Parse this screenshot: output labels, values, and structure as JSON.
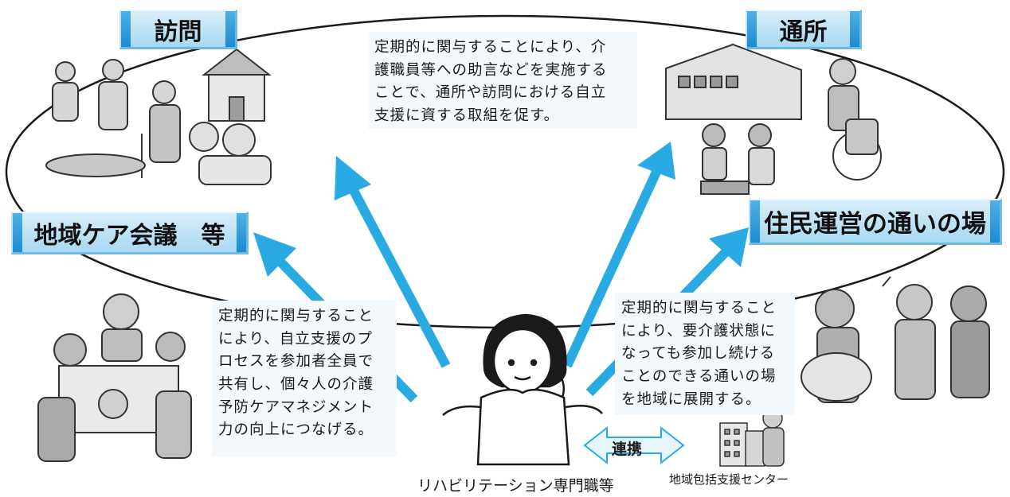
{
  "tags": {
    "houmon": "訪問",
    "tsusho": "通所",
    "kaigi": "地域ケア会議　等",
    "kayoi": "住民運営の通いの場"
  },
  "descriptions": {
    "top": [
      "定期的に関与することにより、介",
      "護職員等への助言などを実施する",
      "ことで、通所や訪問における自立",
      "支援に資する取組を促す。"
    ],
    "left": [
      "定期的に関与すること",
      "により、自立支援のプ",
      "ロセスを参加者全員で",
      "共有し、個々人の介護",
      "予防ケアマネジメント",
      "力の向上につなげる。"
    ],
    "right": [
      "定期的に関与すること",
      "により、要介護状態に",
      "なっても参加し続ける",
      "ことのできる通いの場",
      "を地域に展開する。"
    ]
  },
  "labels": {
    "staff": "リハビリテーション専門職等",
    "center": "地域包括支援センター",
    "renkei": "連携"
  },
  "colors": {
    "arrow": "#29aae2",
    "tag_side": "#1d8bd2",
    "tag_fill": "#bfe3f6",
    "ellipse": "#1a1a1a"
  },
  "icons": [
    "care-visit-illustration",
    "day-service-illustration",
    "care-meeting-illustration",
    "gathering-place-illustration",
    "rehab-staff-illustration",
    "community-center-illustration"
  ]
}
